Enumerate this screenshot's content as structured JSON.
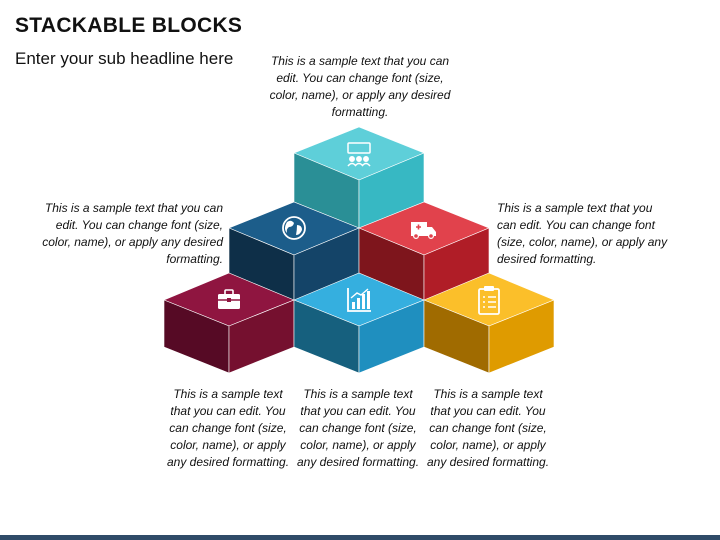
{
  "title": "STACKABLE BLOCKS",
  "subtitle": "Enter your sub headline here",
  "texts": {
    "top": "This is a sample text that you can edit. You can change font (size, color, name), or apply any desired formatting.",
    "left": "This is a sample text that you can edit. You can change font (size, color, name), or apply any desired formatting.",
    "right": "This is a sample text that you can edit. You can change font (size, color, name), or apply any desired formatting.",
    "bottom_left": "This is a sample text that you can edit. You can change font (size, color, name), or apply any desired formatting.",
    "bottom_center": "This is a sample text that you can edit. You can change font (size, color, name), or apply any desired formatting.",
    "bottom_right": "This is a sample text that you can edit. You can change font (size, color, name), or apply any desired formatting."
  },
  "blocks": [
    {
      "name": "teal",
      "icon": "meeting-icon",
      "colors": {
        "top": "#5ecfd9",
        "left": "#2a8f96",
        "right": "#37b8c3"
      }
    },
    {
      "name": "navy",
      "icon": "globe-icon",
      "colors": {
        "top": "#1c5d8a",
        "left": "#0e2f48",
        "right": "#144468"
      }
    },
    {
      "name": "red",
      "icon": "ambulance-icon",
      "colors": {
        "top": "#e1424c",
        "left": "#7e151c",
        "right": "#b01d27"
      }
    },
    {
      "name": "maroon",
      "icon": "briefcase-icon",
      "colors": {
        "top": "#8f1540",
        "left": "#560a25",
        "right": "#75102f"
      }
    },
    {
      "name": "blue",
      "icon": "chart-icon",
      "colors": {
        "top": "#35afdf",
        "left": "#16607e",
        "right": "#1f8fbf"
      }
    },
    {
      "name": "gold",
      "icon": "clipboard-icon",
      "colors": {
        "top": "#fbbf2a",
        "left": "#a06b00",
        "right": "#df9b00"
      }
    }
  ],
  "footer_color": "#2f4b68"
}
